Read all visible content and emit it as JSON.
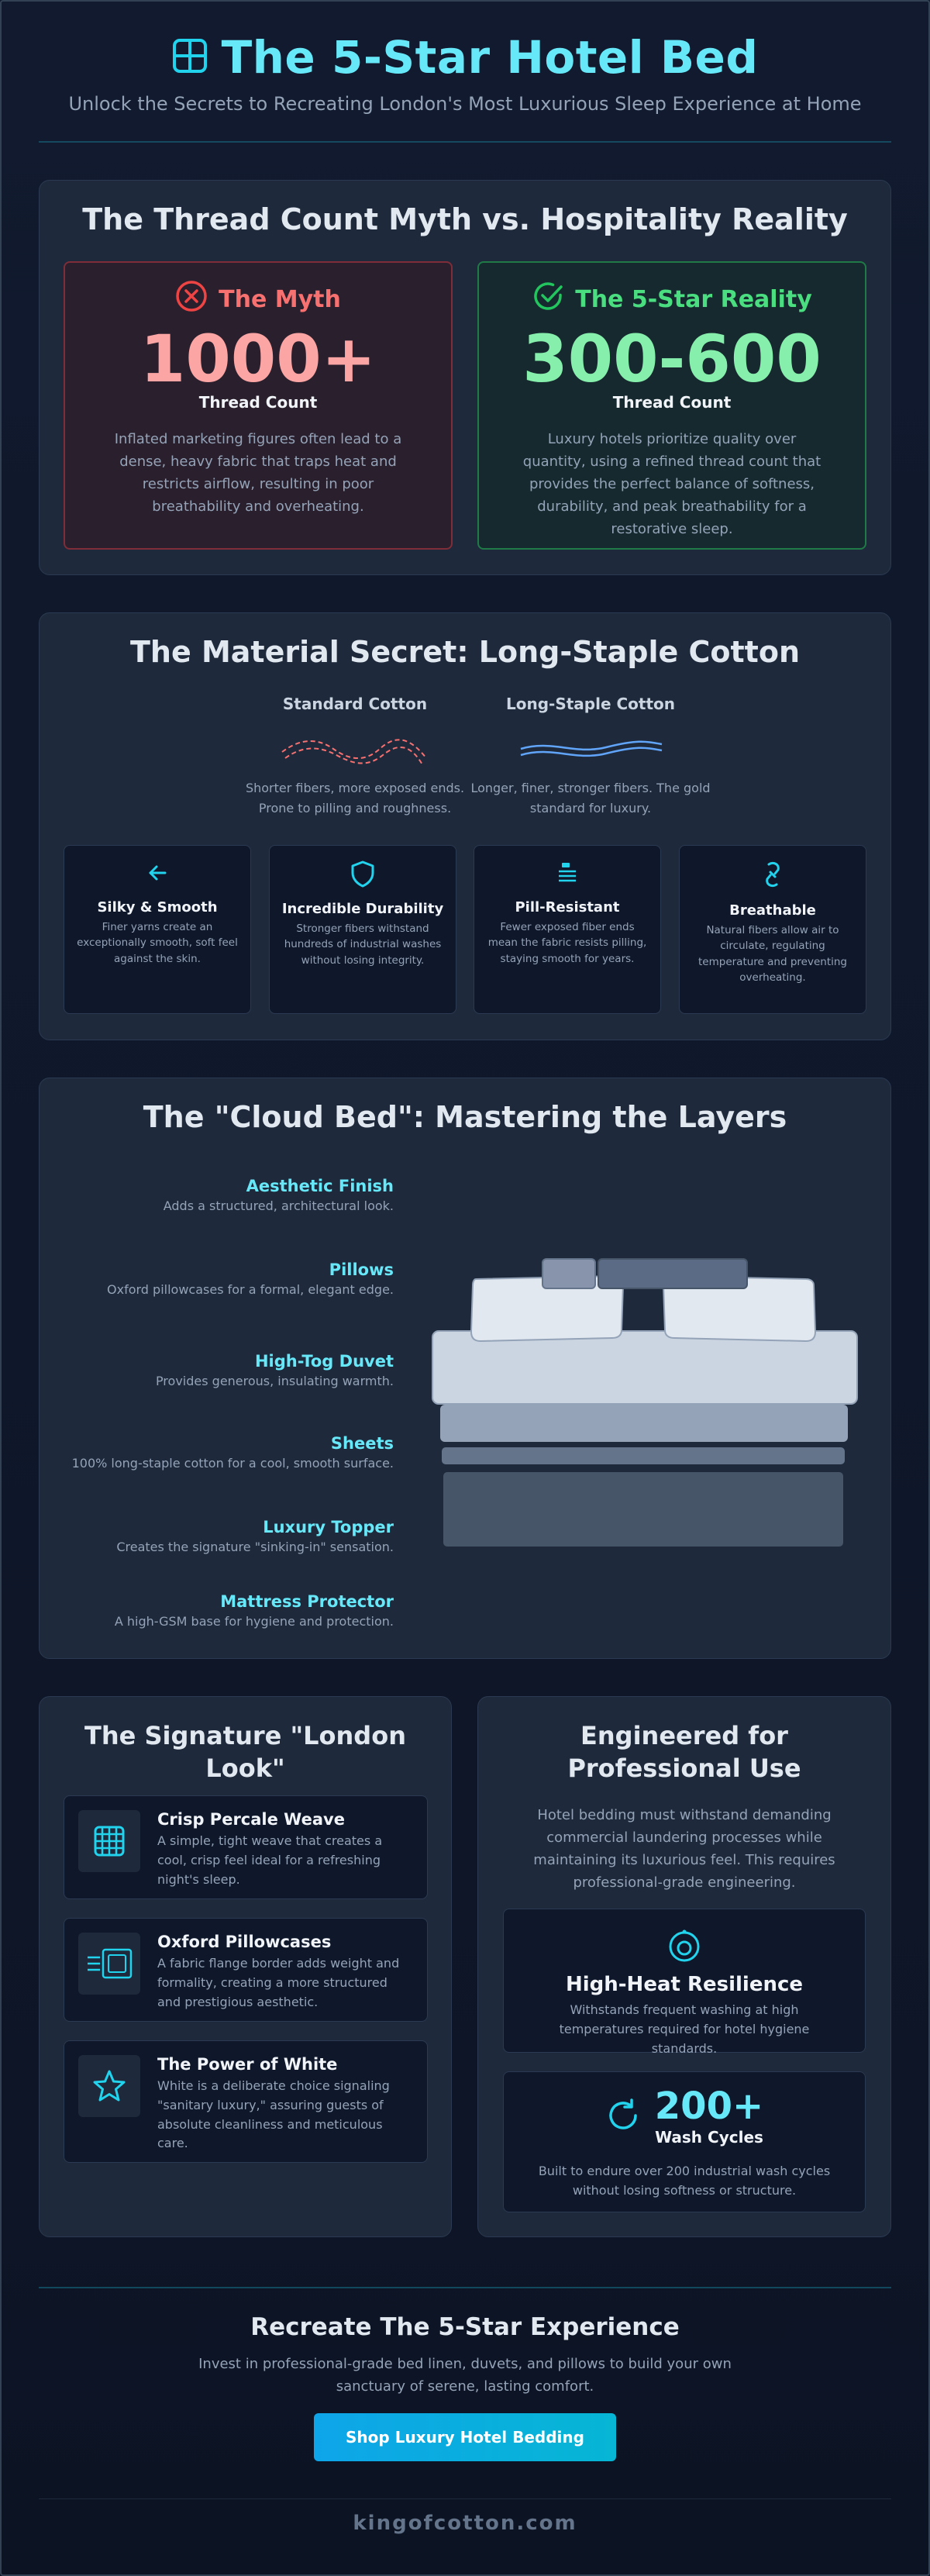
{
  "header": {
    "title": "The 5-Star Hotel Bed",
    "subtitle": "Unlock the Secrets to Recreating London's Most Luxurious Sleep Experience at Home"
  },
  "myth_section": {
    "title": "The Thread Count Myth vs. Hospitality Reality",
    "myth": {
      "heading": "The Myth",
      "value": "1000+",
      "label": "Thread Count",
      "text": "Inflated marketing figures often lead to a dense, heavy fabric that traps heat and restricts airflow, resulting in poor breathability and overheating."
    },
    "reality": {
      "heading": "The 5-Star Reality",
      "value": "300-600",
      "label": "Thread Count",
      "text": "Luxury hotels prioritize quality over quantity, using a refined thread count that provides the perfect balance of softness, durability, and peak breathability for a restorative sleep."
    }
  },
  "material_section": {
    "title": "The Material Secret: Long-Staple Cotton",
    "standard": {
      "heading": "Standard Cotton",
      "text": "Shorter fibers, more exposed ends. Prone to pilling and roughness."
    },
    "long_staple": {
      "heading": "Long-Staple Cotton",
      "text": "Longer, finer, stronger fibers. The gold standard for luxury."
    },
    "features": [
      {
        "icon": "arrow-left-icon",
        "title": "Silky & Smooth",
        "text": "Finer yarns create an exceptionally smooth, soft feel against the skin."
      },
      {
        "icon": "shield-icon",
        "title": "Incredible Durability",
        "text": "Stronger fibers withstand hundreds of industrial washes without losing integrity."
      },
      {
        "icon": "layers-icon",
        "title": "Pill-Resistant",
        "text": "Fewer exposed fiber ends mean the fabric resists pilling, staying smooth for years."
      },
      {
        "icon": "link-icon",
        "title": "Breathable",
        "text": "Natural fibers allow air to circulate, regulating temperature and preventing overheating."
      }
    ]
  },
  "layers_section": {
    "title": "The \"Cloud Bed\": Mastering the Layers",
    "layers": [
      {
        "name": "Aesthetic Finish",
        "text": "Adds a structured, architectural look."
      },
      {
        "name": "Pillows",
        "text": "Oxford pillowcases for a formal, elegant edge."
      },
      {
        "name": "High-Tog Duvet",
        "text": "Provides generous, insulating warmth."
      },
      {
        "name": "Sheets",
        "text": "100% long-staple cotton for a cool, smooth surface."
      },
      {
        "name": "Luxury Topper",
        "text": "Creates the signature \"sinking-in\" sensation."
      },
      {
        "name": "Mattress Protector",
        "text": "A high-GSM base for hygiene and protection."
      }
    ]
  },
  "london_section": {
    "title": "The Signature \"London Look\"",
    "items": [
      {
        "icon": "grid-icon",
        "title": "Crisp Percale Weave",
        "text": "A simple, tight weave that creates a cool, crisp feel ideal for a refreshing night's sleep."
      },
      {
        "icon": "pillowcase-icon",
        "title": "Oxford Pillowcases",
        "text": "A fabric flange border adds weight and formality, creating a more structured and prestigious aesthetic."
      },
      {
        "icon": "star-icon",
        "title": "The Power of White",
        "text": "White is a deliberate choice signaling \"sanitary luxury,\" assuring guests of absolute cleanliness and meticulous care."
      }
    ]
  },
  "pro_section": {
    "title": "Engineered for Professional Use",
    "intro": "Hotel bedding must withstand demanding commercial laundering processes while maintaining its luxurious feel. This requires professional-grade engineering.",
    "heat": {
      "title": "High-Heat Resilience",
      "text": "Withstands frequent washing at high temperatures required for hotel hygiene standards."
    },
    "cycles": {
      "value": "200+",
      "label": "Wash Cycles",
      "text": "Built to endure over 200 industrial wash cycles without losing softness or structure."
    }
  },
  "cta": {
    "title": "Recreate The 5-Star Experience",
    "text": "Invest in professional-grade bed linen, duvets, and pillows to build your own sanctuary of serene, lasting comfort.",
    "button": "Shop Luxury Hotel Bedding"
  },
  "footer": {
    "brand": "kingofcotton.com"
  },
  "colors": {
    "accent": "#67e8f9",
    "myth_red": "#f87171",
    "reality_green": "#4ade80",
    "card_bg": "#1e293b",
    "page_bg": "#0f172a"
  }
}
